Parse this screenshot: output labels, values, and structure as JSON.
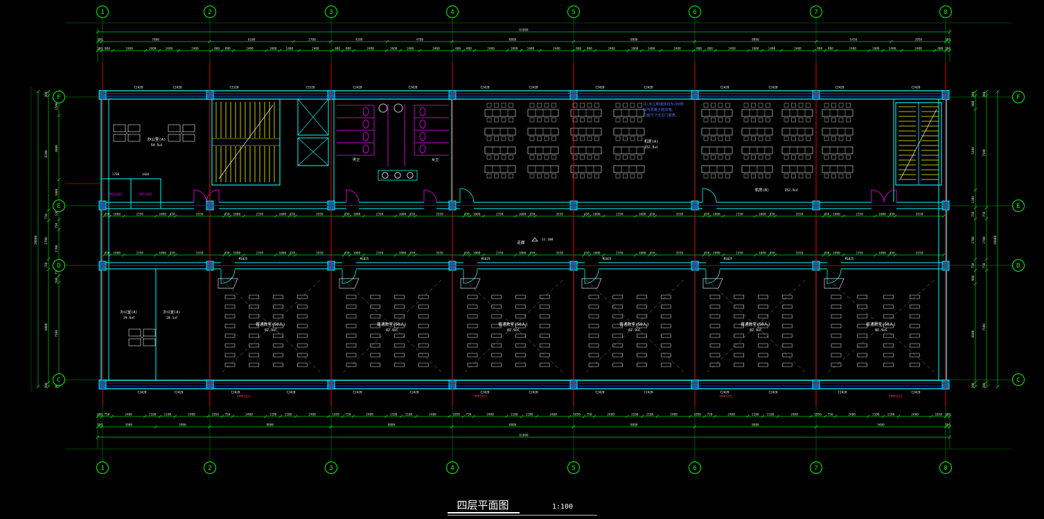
{
  "title": {
    "text": "四层平面图",
    "scale": "1:100"
  },
  "grid": {
    "cols": [
      "1",
      "2",
      "3",
      "4",
      "5",
      "6",
      "7",
      "8"
    ],
    "rows": [
      "F",
      "E",
      "D",
      "C"
    ]
  },
  "dims": {
    "top_overall": "61800",
    "top_major": [
      "300",
      "7800",
      "6100",
      "2700",
      "4100",
      "4700",
      "8800",
      "8800",
      "8800",
      "5450",
      "3950",
      "300"
    ],
    "top_minor": [
      "300",
      "800",
      "2400",
      "1000",
      "1400",
      "2400",
      "800",
      "800",
      "2400",
      "1000",
      "1400",
      "2400",
      "800",
      "800",
      "2400",
      "1000",
      "1400",
      "2400",
      "800",
      "800",
      "2400",
      "1000",
      "1400",
      "2400",
      "800",
      "800",
      "2400",
      "1000",
      "1400",
      "2400",
      "800",
      "800",
      "2400",
      "1000",
      "1400",
      "2400",
      "800",
      "800",
      "2400",
      "1000",
      "1400",
      "2400",
      "800",
      "300"
    ],
    "bottom_overall": "61800",
    "bottom_major": [
      "300",
      "3900",
      "3900",
      "8800",
      "8800",
      "8800",
      "8800",
      "8800",
      "9400",
      "300"
    ],
    "bottom_minor": [
      "300",
      "750",
      "2400",
      "1100",
      "1100",
      "2400",
      "1050",
      "750",
      "2400",
      "1100",
      "1100",
      "2400",
      "1050",
      "750",
      "2400",
      "1100",
      "1100",
      "2400",
      "1050",
      "750",
      "2400",
      "1100",
      "1100",
      "2400",
      "1050",
      "750",
      "2400",
      "1100",
      "1100",
      "2400",
      "1050",
      "750",
      "2400",
      "1100",
      "1100",
      "2400",
      "1050",
      "750",
      "2400",
      "1100",
      "1100",
      "2400",
      "1050",
      "300"
    ],
    "left_overall": "20800",
    "left_major": [
      "300",
      "8100",
      "750",
      "2700",
      "750",
      "8000",
      "300"
    ],
    "left_minor": [
      "300",
      "1500",
      "4800",
      "1800",
      "1200",
      "750",
      "2700",
      "750",
      "500",
      "7500",
      "300"
    ],
    "right_overall": "20800",
    "right_major": [
      "300",
      "7500",
      "750",
      "2700",
      "750",
      "7500",
      "300"
    ],
    "right_minor": [
      "300",
      "900",
      "5400",
      "1200",
      "750",
      "2700",
      "750",
      "900",
      "6600",
      "300"
    ],
    "corridor_top": [
      "450",
      "1000",
      "2350",
      "1000",
      "450",
      "3550",
      "450",
      "1000",
      "2350",
      "1000",
      "450",
      "3550",
      "450",
      "1000",
      "2350",
      "1000",
      "450",
      "3550",
      "450",
      "1000",
      "2350",
      "1000",
      "450",
      "3550",
      "450",
      "1000",
      "2350",
      "1000",
      "450",
      "3550",
      "450",
      "1000",
      "2350",
      "1000",
      "450",
      "3550",
      "450",
      "1000",
      "2350",
      "1000",
      "450",
      "3550"
    ],
    "corridor_bottom": [
      "450",
      "1000",
      "2350",
      "1000",
      "450",
      "3550",
      "450",
      "1000",
      "2350",
      "1000",
      "450",
      "3550",
      "450",
      "1000",
      "2350",
      "1000",
      "450",
      "3550",
      "450",
      "1000",
      "2350",
      "1000",
      "450",
      "3550",
      "450",
      "1000",
      "2350",
      "1000",
      "450",
      "3550",
      "450",
      "1000",
      "2350",
      "1000",
      "450",
      "3550",
      "450",
      "1000",
      "2350",
      "1000",
      "450",
      "3550"
    ],
    "small_rooms": [
      "1700",
      "1600"
    ]
  },
  "windows": {
    "top": [
      "C2420",
      "C2420",
      "C1520",
      "C1520",
      "C2420",
      "C2420",
      "C2420",
      "C2420",
      "C2420",
      "C2420",
      "C2420",
      "C2420",
      "C2420",
      "C2420"
    ],
    "bottom": [
      "C2420",
      "C2420",
      "C2420",
      "C2420",
      "C2420",
      "C2420",
      "C2420",
      "C2420",
      "C2420",
      "C2420",
      "C2420",
      "C2420",
      "C2420",
      "C2420"
    ]
  },
  "tags": {
    "door": "M1025",
    "red_door": "FM甲1021",
    "small_room_door": "FM乙1021"
  },
  "rooms": {
    "office_top": {
      "label": "办公室(A)",
      "area": "54.9㎡"
    },
    "office_b1": {
      "label": "办公室(A)",
      "area": "29.6㎡"
    },
    "office_b2": {
      "label": "办公室(A)",
      "area": "28.1㎡"
    },
    "machine_a": {
      "label": "机房(A)",
      "area": "152.9㎡"
    },
    "machine_b": {
      "label": "机房(B)",
      "area": "152.9㎡"
    },
    "toilet_m": "男卫",
    "toilet_f": "女卫",
    "corridor": "走廊",
    "corridor_elev": "11.100",
    "classrooms": [
      {
        "label": "普通教室(50人)",
        "area": "82.9㎡"
      },
      {
        "label": "普通教室(50人)",
        "area": "82.9㎡"
      },
      {
        "label": "普通教室(50人)",
        "area": "82.9㎡"
      },
      {
        "label": "普通教室(50人)",
        "area": "82.9㎡"
      },
      {
        "label": "普通教室(50人)",
        "area": "82.9㎡"
      },
      {
        "label": "普通教室(50人)",
        "area": "82.9㎡"
      }
    ]
  },
  "notes": {
    "lines": [
      "注:未注明墙体均为200厚",
      "加气混凝土砌块墙。",
      "门窗尺寸详见门窗表。"
    ]
  }
}
